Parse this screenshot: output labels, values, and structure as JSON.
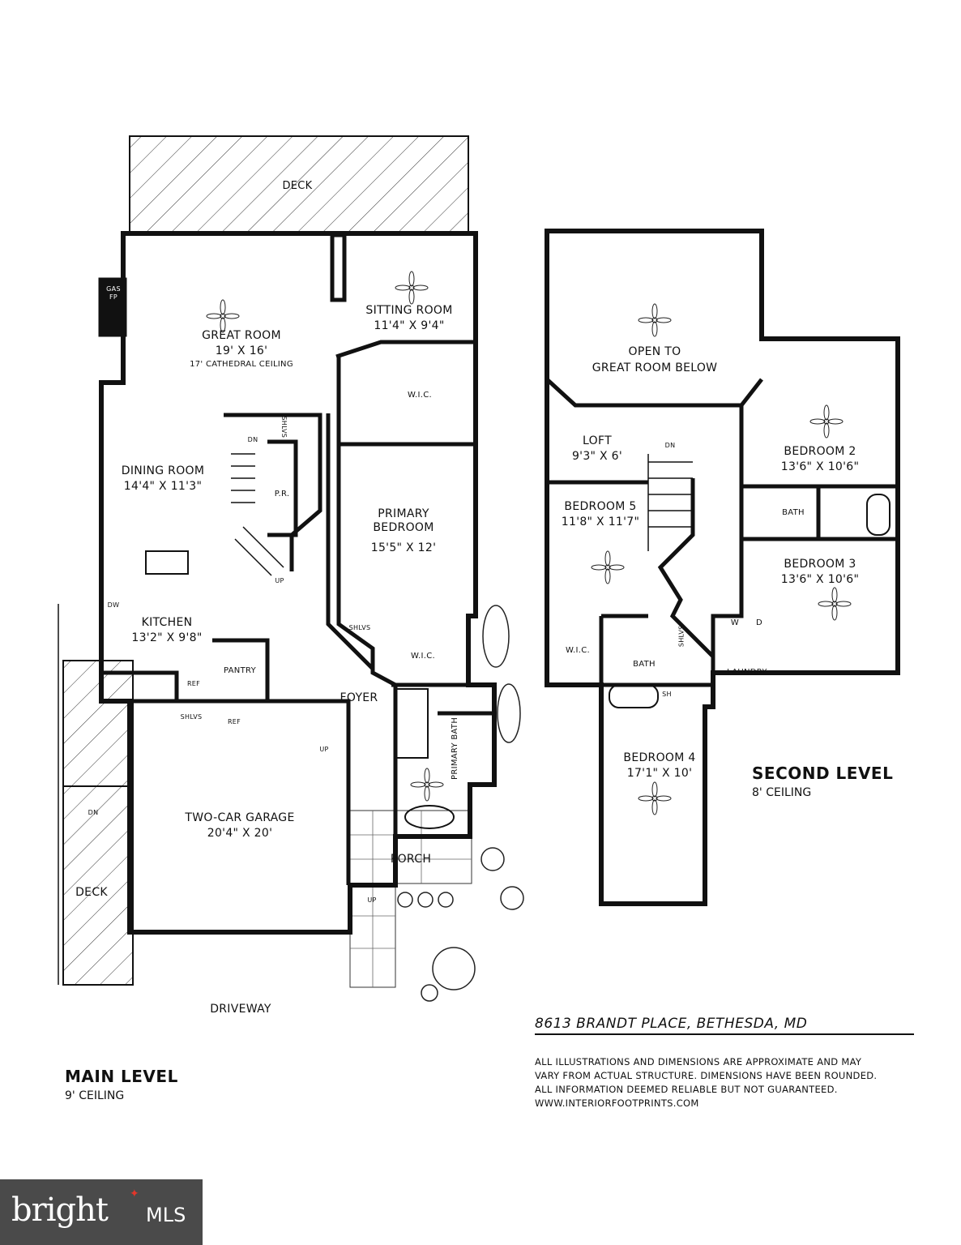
{
  "main_level": {
    "title": "MAIN LEVEL",
    "ceiling": "9' CEILING",
    "labels": {
      "deck_top": "DECK",
      "gas_fp": "GAS FP",
      "great_room": "GREAT ROOM",
      "great_room_dims": "19' X 16'",
      "great_room_note": "17' CATHEDRAL CEILING",
      "sitting_room": "SITTING ROOM",
      "sitting_room_dims": "11'4\" X 9'4\"",
      "wic1": "W.I.C.",
      "dining_room": "DINING ROOM",
      "dining_room_dims": "14'4\" X 11'3\"",
      "dn": "DN",
      "shlvs1": "SHLVS",
      "pr": "P.R.",
      "up_stair": "UP",
      "primary_bedroom": "PRIMARY BEDROOM",
      "primary_bedroom_dims": "15'5\" X 12'",
      "dw": "DW",
      "kitchen": "KITCHEN",
      "kitchen_dims": "13'2\" X 9'8\"",
      "shlvs2": "SHLVS",
      "wic2": "W.I.C.",
      "ref1": "REF",
      "pantry": "PANTRY",
      "foyer": "FOYER",
      "shlvs3": "SHLVS",
      "ref2": "REF",
      "up_garage": "UP",
      "primary_bath": "PRIMARY BATH",
      "garage": "TWO-CAR GARAGE",
      "garage_dims": "20'4\" X 20'",
      "porch": "PORCH",
      "up_porch": "UP",
      "dn_deck": "DN",
      "deck_side": "DECK",
      "driveway": "DRIVEWAY"
    }
  },
  "second_level": {
    "title": "SECOND LEVEL",
    "ceiling": "8' CEILING",
    "labels": {
      "open_to": "OPEN TO",
      "great_room_below": "GREAT ROOM BELOW",
      "loft": "LOFT",
      "loft_dims": "9'3\" X 6'",
      "dn": "DN",
      "bedroom2": "BEDROOM 2",
      "bedroom2_dims": "13'6\" X 10'6\"",
      "bedroom5": "BEDROOM 5",
      "bedroom5_dims": "11'8\" X 11'7\"",
      "bath1": "BATH",
      "bedroom3": "BEDROOM 3",
      "bedroom3_dims": "13'6\" X 10'6\"",
      "w": "W",
      "d": "D",
      "shlvs": "SHLVS",
      "wic": "W.I.C.",
      "bath2": "BATH",
      "laundry": "LAUNDRY",
      "sh": "SH",
      "bedroom4": "BEDROOM 4",
      "bedroom4_dims": "17'1\" X 10'"
    }
  },
  "address": "8613 BRANDT PLACE, BETHESDA, MD",
  "disclaimer": [
    "ALL ILLUSTRATIONS AND DIMENSIONS ARE APPROXIMATE AND MAY",
    "VARY FROM ACTUAL STRUCTURE. DIMENSIONS HAVE BEEN ROUNDED.",
    "ALL INFORMATION DEEMED RELIABLE BUT NOT GUARANTEED.",
    "WWW.INTERIORFOOTPRINTS.COM"
  ],
  "watermark": {
    "brand": "bright",
    "suffix": "MLS",
    "accent": "#e3362a",
    "background": "#4a4a4a"
  }
}
